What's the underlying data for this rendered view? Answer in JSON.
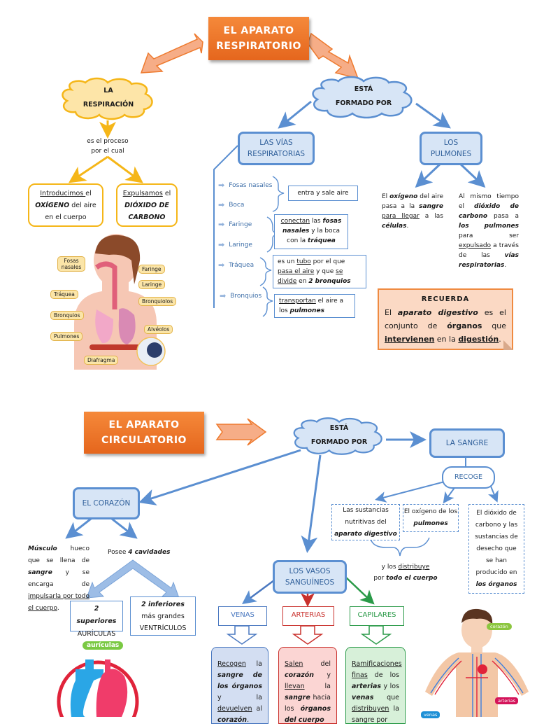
{
  "respiratorio": {
    "title": [
      "EL APARATO",
      "RESPIRATORIO"
    ],
    "cloud_left": [
      "LA",
      "RESPIRACIÓN"
    ],
    "process_text": [
      "es el proceso",
      "por el cual"
    ],
    "box_oxygen": {
      "underline": "Introducimos ",
      "rest1": "el",
      "bold": "OXÍGENO",
      "rest2": " del aire",
      "line3": "en el cuerpo"
    },
    "box_co2": {
      "underline": "Expulsamos",
      "rest1": " el",
      "bold1": "DIÓXIDO DE",
      "bold2": "CARBONO"
    },
    "cloud_right": [
      "ESTÁ",
      "FORMADO POR"
    ],
    "vias_box": [
      "LAS VÍAS",
      "RESPIRATORIAS"
    ],
    "pulmones_box": [
      "LOS",
      "PULMONES"
    ],
    "vias_items": [
      "Fosas nasales",
      "Boca",
      "Faringe",
      "Laringe",
      "Tráquea",
      "Bronquios"
    ],
    "vias_notes": {
      "n1": "entra y sale aire",
      "n2": {
        "u": "conectan",
        "t1": " las ",
        "b1": "fosas nasales",
        "t2": " y la boca con la ",
        "b2": "tráquea"
      },
      "n3": {
        "t1": "es un ",
        "u1": "tubo",
        "t2": " por el que ",
        "u2": "pasa el aire",
        "t3": " y que ",
        "u3": "se divide",
        "t4": " en ",
        "b1": "2 bronquios"
      },
      "n4": {
        "u": "transportan",
        "t1": " el aire a los ",
        "b1": "pulmones"
      }
    },
    "pulmones_left": {
      "t1": "El ",
      "b1": "oxígeno",
      "t2": " del aire pasa a la ",
      "b2": "sangre",
      "u1": "para llegar",
      "t3": " a las ",
      "b3": "células",
      "t4": "."
    },
    "pulmones_right": {
      "t1": "Al mismo tiempo el ",
      "b1": "dióxido de carbono",
      "t2": " pasa a ",
      "b2": "los pulmones",
      "t3": " para ser ",
      "u1": "expulsado",
      "t4": " a través de las ",
      "b3": "vías respiratorias",
      "t5": "."
    },
    "recuerda": {
      "title": "RECUERDA",
      "t1": "El ",
      "b1": "aparato digestivo",
      "t2": " es el conjunto de ",
      "b2": "órganos",
      "t3": " que ",
      "u1": "intervienen",
      "t4": " en la ",
      "u2": "digestión",
      "t5": "."
    },
    "illustration_labels": [
      "Fosas nasales",
      "Faringe",
      "Laringe",
      "Tráquea",
      "Bronquiolos",
      "Bronquios",
      "Alvéolos",
      "Pulmones",
      "Diafragma"
    ]
  },
  "circulatorio": {
    "title": [
      "EL APARATO",
      "CIRCULATORIO"
    ],
    "cloud": [
      "ESTÁ",
      "FORMADO POR"
    ],
    "sangre_box": "LA SANGRE",
    "recoge": "RECOGE",
    "recoge_items": {
      "a": {
        "t1": "Las sustancias nutritivas del",
        "b1": "aparato digestivo"
      },
      "b": {
        "t1": "El oxígeno de los",
        "b1": "pulmones"
      },
      "c": {
        "t1": "El dióxido de carbono y las sustancias de desecho que se han producido en",
        "b1": "los órganos"
      }
    },
    "distribuye": {
      "t1": "y los ",
      "u1": "distribuye",
      "t2": "por ",
      "b1": "todo el cuerpo"
    },
    "corazon_box": "EL CORAZÓN",
    "corazon_left": {
      "b1": "Músculo",
      "t1": " hueco que se llena de ",
      "b2": "sangre",
      "t2": " y se encarga de ",
      "u1": "impulsarla por todo el cuerpo",
      "t3": "."
    },
    "corazon_right": {
      "t1": "Posee ",
      "b1": "4 cavidades"
    },
    "cavidad_sup": {
      "b1": "2 superiores",
      "t1": "AURÍCULAS"
    },
    "cavidad_inf": {
      "b1": "2 inferiores",
      "t1": "más grandes",
      "t2": "VENTRÍCULOS"
    },
    "vasos_box": [
      "LOS VASOS",
      "SANGUÍNEOS"
    ],
    "vessels": [
      {
        "name": "VENAS",
        "color": "#4a78c0",
        "bg": "#d3def2",
        "u1": "Recogen",
        "t1": " la ",
        "b1": "sangre de los órganos",
        "t2": " y la ",
        "u2": "devuelven",
        "t3": " al ",
        "b2": "corazón",
        "t4": "."
      },
      {
        "name": "ARTERIAS",
        "color": "#c9302c",
        "bg": "#fbd5d3",
        "u1": "Salen",
        "t1": " del ",
        "b1": "corazón",
        "t2": " y ",
        "u2": "llevan",
        "t3": " la ",
        "b2": "sangre",
        "t4": " hacia los ",
        "b3": "órganos del cuerpo"
      },
      {
        "name": "CAPILARES",
        "color": "#2a9a48",
        "bg": "#d7f0d9",
        "u1": "Ramificaciones finas",
        "t1": " de los ",
        "b1": "arterias",
        "t2": " y los ",
        "b2": "venas",
        "t3": " que ",
        "u2": "distribuyen",
        "t4": " la sangre por"
      }
    ],
    "heart_label": "aurículas",
    "body_labels": [
      "corazón",
      "arterias",
      "venas"
    ]
  },
  "colors": {
    "orange": "#ee7a2e",
    "blue": "#5b8fd1",
    "yellow": "#f5b618",
    "green": "#2a9a48",
    "red": "#c9302c"
  }
}
